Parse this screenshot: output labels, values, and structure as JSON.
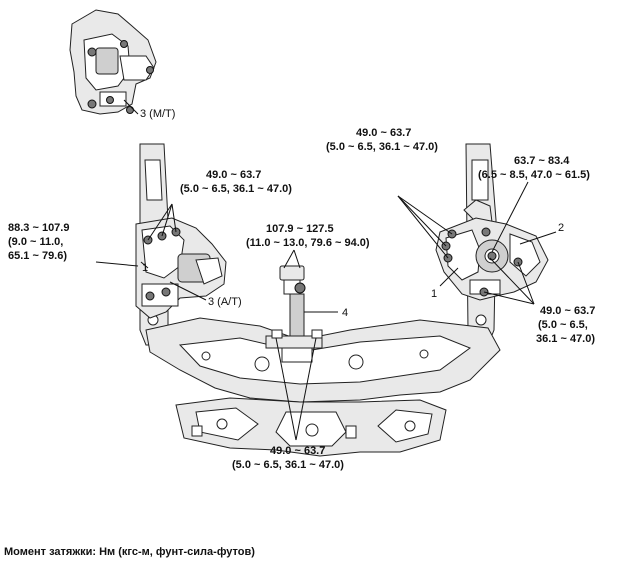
{
  "labels": {
    "mt_part": "3 (M/T)",
    "at_part": "3 (A/T)",
    "part_1_left": "1",
    "part_1_right": "1",
    "part_2": "2",
    "part_4": "4"
  },
  "torques": {
    "left_mount_side": [
      "88.3 ~ 107.9",
      "(9.0 ~ 11.0,",
      "65.1 ~ 79.6)"
    ],
    "left_mount_top": [
      "49.0 ~ 63.7",
      "(5.0 ~ 6.5, 36.1 ~ 47.0)"
    ],
    "center_rod_top": [
      "107.9 ~ 127.5",
      "(11.0 ~ 13.0, 79.6 ~ 94.0)"
    ],
    "center_rod_bottom": [
      "49.0 ~ 63.7",
      "(5.0 ~ 6.5, 36.1 ~ 47.0)"
    ],
    "right_mount_top": [
      "49.0 ~ 63.7",
      "(5.0 ~ 6.5, 36.1 ~ 47.0)"
    ],
    "right_mount_nut": [
      "63.7 ~ 83.4",
      "(6.5 ~ 8.5, 47.0 ~ 61.5)"
    ],
    "right_mount_lower": [
      "49.0 ~ 63.7",
      "(5.0 ~ 6.5,",
      "36.1 ~ 47.0)"
    ]
  },
  "footer": "Момент затяжки: Нм (кгс-м, фунт-сила-футов)"
}
